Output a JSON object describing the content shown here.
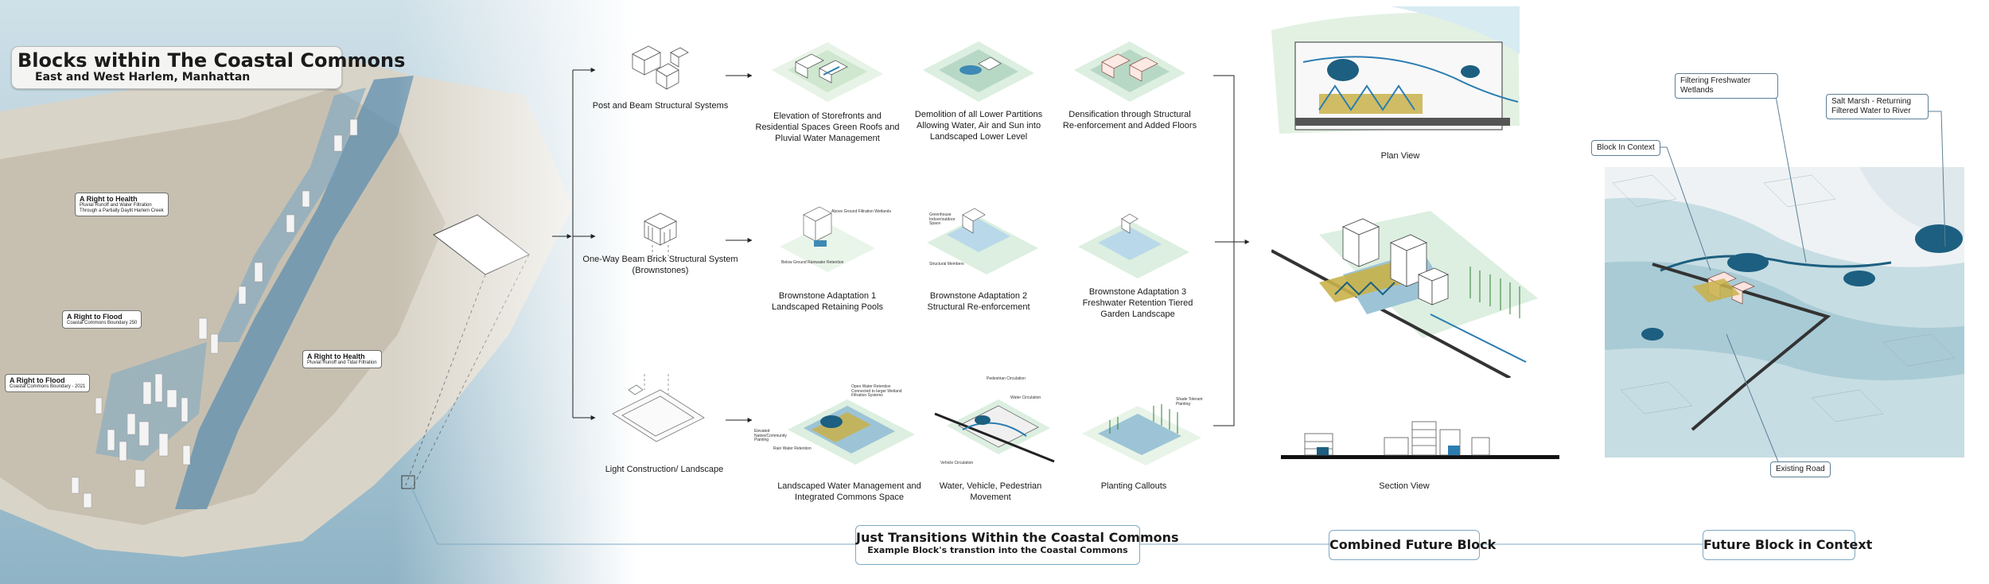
{
  "header": {
    "title": "Blocks within The Coastal Commons",
    "subtitle": "East and West Harlem, Manhattan"
  },
  "map_callouts": [
    {
      "title": "A Right to Health",
      "sub1": "Pluvial Runoff and Water Filtration",
      "sub2": "Through a Partially Daylit Harlem Creek"
    },
    {
      "title": "A Right to Flood",
      "sub1": "Coastal Commons Boundary 250"
    },
    {
      "title": "A Right to Health",
      "sub1": "Pluvial Runoff and Tidal Filtration"
    },
    {
      "title": "A Right to Flood",
      "sub1": "Coastal Commons Boundary - 2021"
    }
  ],
  "systems": [
    {
      "label": "Post and Beam Structural Systems"
    },
    {
      "label": "One-Way Beam Brick Structural System (Brownstones)"
    },
    {
      "label": "Light Construction/ Landscape"
    }
  ],
  "adaptations": [
    [
      "Elevation of Storefronts and Residential Spaces Green Roofs and Pluvial Water Management",
      "Demolition of all Lower Partitions Allowing Water, Air and Sun into Landscaped Lower Level",
      "Densification through Structural Re-enforcement and Added Floors"
    ],
    [
      "Brownstone Adaptation 1 Landscaped Retaining Pools",
      "Brownstone Adaptation 2 Structural Re-enforcement",
      "Brownstone Adaptation 3 Freshwater Retention Tiered Garden Landscape"
    ],
    [
      "Landscaped Water Management and Integrated Commons Space",
      "Water, Vehicle, Pedestrian Movement",
      "Planting Callouts"
    ]
  ],
  "diagram_annotations": {
    "above_ground": "Above Ground Filtration Wetlands",
    "below_ground": "Below Ground Rainwater Retention",
    "greenhouse": "Greenhouse Indoor/outdoor Space",
    "structural_members": "Structural Members",
    "open_water": "Open Water Retention Connected to larger Wetland Filtration Systems",
    "elevated_native": "Elevated Native/Community Planting",
    "rain_water": "Rain Water Retention",
    "pedestrian": "Pedestrian Circulation",
    "water_circ": "Water Circulation",
    "vehicle": "Vehicle Circulation",
    "shade": "Shade Tolerant Planting"
  },
  "views": {
    "plan": "Plan View",
    "section": "Section View"
  },
  "context_labels": {
    "wetlands": "Filtering Freshwater Wetlands",
    "salt_marsh": "Salt Marsh - Returning Filtered Water to River",
    "block": "Block In Context",
    "road": "Existing Road"
  },
  "footer": {
    "transitions_title": "Just Transitions Within the Coastal Commons",
    "transitions_sub": "Example Block's transtion into the Coastal Commons",
    "combined": "Combined Future Block",
    "context": "Future Block in Context"
  },
  "colors": {
    "water": "#1d5f80",
    "water_light": "#9cc4d6",
    "green": "#8fcf8f",
    "yellow_fill": "#c9b24a",
    "line_blue": "#7fa9c3"
  }
}
